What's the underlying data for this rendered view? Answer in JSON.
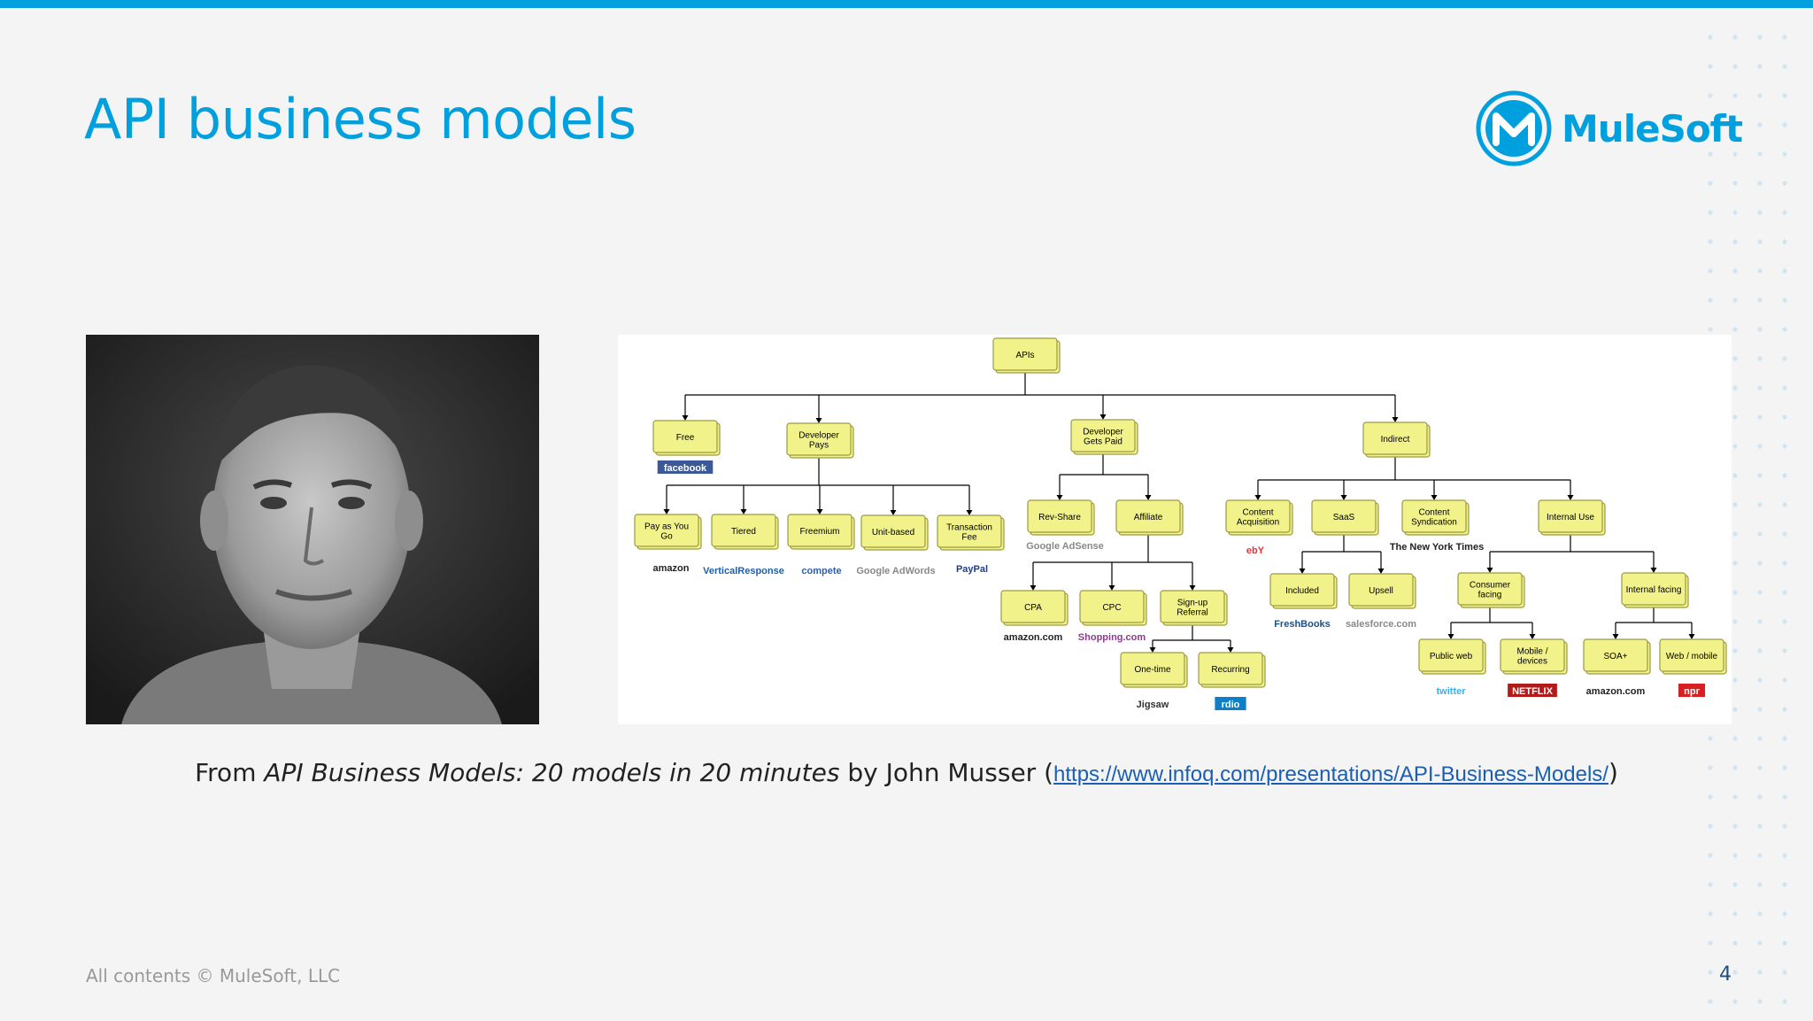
{
  "slide": {
    "title": "API business models",
    "logo_text": "MuleSoft",
    "caption": {
      "from": "From ",
      "book_title": "API Business Models: 20 models in 20 minutes",
      "by": " by John Musser (",
      "link": "https://www.infoq.com/presentations/API-Business-Models/",
      "close": ")"
    },
    "footer": "All contents © MuleSoft, LLC",
    "page_number": "4"
  },
  "colors": {
    "accent": "#00a0df",
    "node_fill": "#f2f28a",
    "page_number": "#1f4e79"
  },
  "diagram": {
    "nodes": [
      {
        "id": "apis",
        "lines": [
          "APIs"
        ]
      },
      {
        "id": "free",
        "lines": [
          "Free"
        ]
      },
      {
        "id": "dev-pays",
        "lines": [
          "Developer",
          "Pays"
        ]
      },
      {
        "id": "dev-paid",
        "lines": [
          "Developer",
          "Gets Paid"
        ]
      },
      {
        "id": "indirect",
        "lines": [
          "Indirect"
        ]
      },
      {
        "id": "payg",
        "lines": [
          "Pay as You",
          "Go"
        ]
      },
      {
        "id": "tiered",
        "lines": [
          "Tiered"
        ]
      },
      {
        "id": "freemium",
        "lines": [
          "Freemium"
        ]
      },
      {
        "id": "unit",
        "lines": [
          "Unit-based"
        ]
      },
      {
        "id": "txn",
        "lines": [
          "Transaction",
          "Fee"
        ]
      },
      {
        "id": "revshare",
        "lines": [
          "Rev-Share"
        ]
      },
      {
        "id": "affiliate",
        "lines": [
          "Affiliate"
        ]
      },
      {
        "id": "cpa",
        "lines": [
          "CPA"
        ]
      },
      {
        "id": "cpc",
        "lines": [
          "CPC"
        ]
      },
      {
        "id": "signup",
        "lines": [
          "Sign-up",
          "Referral"
        ]
      },
      {
        "id": "onetime",
        "lines": [
          "One-time"
        ]
      },
      {
        "id": "recurring",
        "lines": [
          "Recurring"
        ]
      },
      {
        "id": "content",
        "lines": [
          "Content",
          "Acquisition"
        ]
      },
      {
        "id": "saas",
        "lines": [
          "SaaS"
        ]
      },
      {
        "id": "synd",
        "lines": [
          "Content",
          "Syndication"
        ]
      },
      {
        "id": "internal",
        "lines": [
          "Internal Use"
        ]
      },
      {
        "id": "included",
        "lines": [
          "Included"
        ]
      },
      {
        "id": "upsell",
        "lines": [
          "Upsell"
        ]
      },
      {
        "id": "consumer",
        "lines": [
          "Consumer",
          "facing"
        ]
      },
      {
        "id": "intfacing",
        "lines": [
          "Internal facing"
        ]
      },
      {
        "id": "publicweb",
        "lines": [
          "Public web"
        ]
      },
      {
        "id": "mobile",
        "lines": [
          "Mobile /",
          "devices"
        ]
      },
      {
        "id": "soa",
        "lines": [
          "SOA+"
        ]
      },
      {
        "id": "webmobile",
        "lines": [
          "Web / mobile"
        ]
      }
    ],
    "brands": [
      {
        "id": "facebook",
        "text": "facebook",
        "color": "#ffffff",
        "bg": "#3b5998"
      },
      {
        "id": "amazon1",
        "text": "amazon",
        "color": "#222222"
      },
      {
        "id": "verticalresponse",
        "text": "VerticalResponse",
        "color": "#1f5fa8"
      },
      {
        "id": "compete",
        "text": "compete",
        "color": "#2a5fb0"
      },
      {
        "id": "adwords",
        "text": "Google AdWords",
        "color": "#888888"
      },
      {
        "id": "paypal",
        "text": "PayPal",
        "color": "#1d3f87"
      },
      {
        "id": "adsense",
        "text": "Google AdSense",
        "color": "#888888"
      },
      {
        "id": "amazon2",
        "text": "amazon.com",
        "color": "#222222"
      },
      {
        "id": "shopping",
        "text": "Shopping.com",
        "color": "#8a3d8a"
      },
      {
        "id": "ebay",
        "text": "ebY",
        "color": "#e53238"
      },
      {
        "id": "nyt",
        "text": "The New York Times",
        "color": "#222222"
      },
      {
        "id": "freshbooks",
        "text": "FreshBooks",
        "color": "#1b4f8a"
      },
      {
        "id": "salesforce",
        "text": "salesforce.com",
        "color": "#888888"
      },
      {
        "id": "jigsaw",
        "text": "Jigsaw",
        "color": "#333333"
      },
      {
        "id": "rdio",
        "text": "rdio",
        "color": "#ffffff",
        "bg": "#0f7fc7"
      },
      {
        "id": "twitter",
        "text": "twitter",
        "color": "#3fb0e6"
      },
      {
        "id": "netflix",
        "text": "NETFLIX",
        "color": "#ffffff",
        "bg": "#b31b1b"
      },
      {
        "id": "amazon3",
        "text": "amazon.com",
        "color": "#222222"
      },
      {
        "id": "npr",
        "text": "npr",
        "color": "#ffffff",
        "bg": "#d62021"
      }
    ]
  }
}
